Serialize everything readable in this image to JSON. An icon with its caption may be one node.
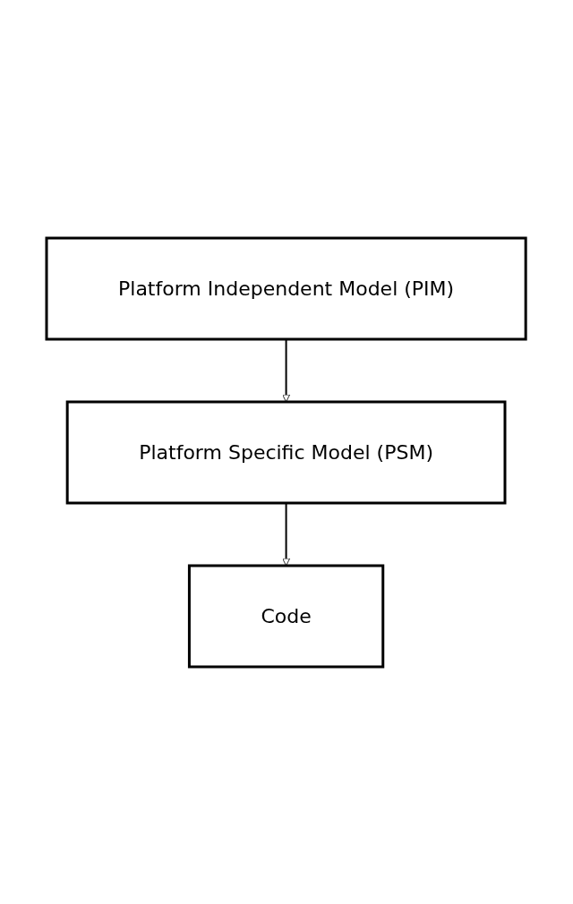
{
  "diagram": {
    "nodes": [
      {
        "text": [
          "Platform Independent Model (PIM)"
        ]
      },
      {
        "text": [
          "Platform Specific Model (PSM)"
        ]
      },
      {
        "text": [
          "Code"
        ]
      }
    ],
    "edges": [
      {
        "from": 0,
        "to": 1,
        "arrow": "to"
      },
      {
        "from": 1,
        "to": 2,
        "arrow": "to"
      }
    ]
  }
}
